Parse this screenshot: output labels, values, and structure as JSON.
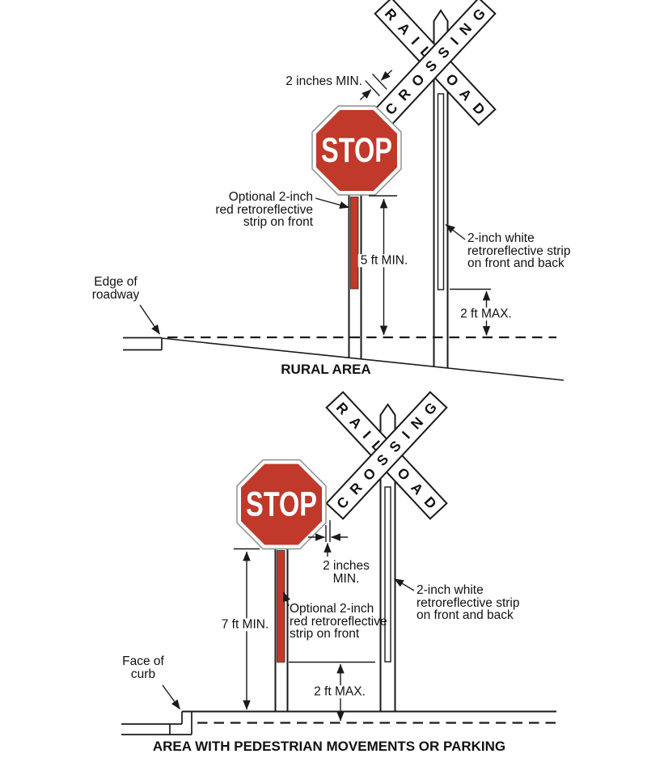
{
  "top_figure": {
    "caption": "RURAL AREA",
    "stop_sign": {
      "text": "STOP"
    },
    "crossbuck": {
      "word_railroad": "RAILROAD",
      "word_crossing": "CROSSING"
    },
    "labels": {
      "gap": "2 inches MIN.",
      "optional_strip": [
        "Optional 2-inch",
        "red retroreflective",
        "strip on front"
      ],
      "height": "5 ft MIN.",
      "white_strip": [
        "2-inch white",
        "retroreflective strip",
        "on front and back"
      ],
      "strip_bottom": "2 ft MAX.",
      "edge": [
        "Edge of",
        "roadway"
      ]
    }
  },
  "bottom_figure": {
    "caption": "AREA WITH PEDESTRIAN MOVEMENTS OR PARKING",
    "stop_sign": {
      "text": "STOP"
    },
    "crossbuck": {
      "word_railroad": "RAILROAD",
      "word_crossing": "CROSSING"
    },
    "labels": {
      "gap": [
        "2 inches",
        "MIN."
      ],
      "optional_strip": [
        "Optional 2-inch",
        "red retroreflective",
        "strip on front"
      ],
      "height": "7 ft MIN.",
      "white_strip": [
        "2-inch white",
        "retroreflective strip",
        "on front and back"
      ],
      "strip_bottom": "2 ft MAX.",
      "curb": [
        "Face of",
        "curb"
      ]
    }
  },
  "colors": {
    "sign_red": "#c0392a",
    "line_black": "#1a1a1a",
    "sign_white": "#ffffff",
    "octagon_outline_gray": "#8c8c8c"
  }
}
